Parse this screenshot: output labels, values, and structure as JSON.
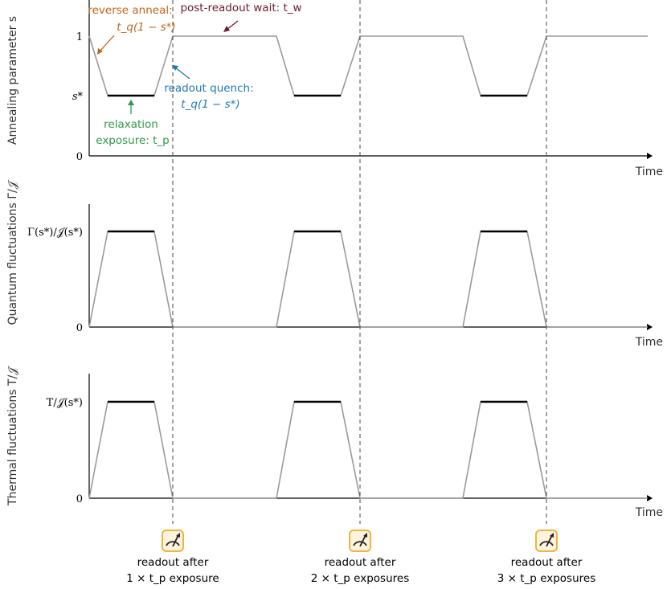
{
  "panels": [
    {
      "ylabel": "Annealing parameter s",
      "xlabel": "Time",
      "ticks": [
        {
          "label": "1",
          "value": 1
        },
        {
          "label": "s*",
          "value": 0.5
        },
        {
          "label": "0",
          "value": 0
        }
      ]
    },
    {
      "ylabel": "Quantum fluctuations Γ/𝒥",
      "xlabel": "Time",
      "ticks": [
        {
          "label": "Γ(s*)/𝒥(s*)",
          "value": 1
        },
        {
          "label": "0",
          "value": 0
        }
      ]
    },
    {
      "ylabel": "Thermal fluctuations T/𝒥",
      "xlabel": "Time",
      "ticks": [
        {
          "label": "T/𝒥(s*)",
          "value": 1
        },
        {
          "label": "0",
          "value": 0
        }
      ]
    }
  ],
  "annotations": {
    "reverse_anneal": {
      "line1": "reverse anneal:",
      "line2": "t_q(1 − s*)",
      "color": "#c0651c"
    },
    "post_readout_wait": {
      "text": "post-readout wait: t_w",
      "color": "#6b1a2e"
    },
    "readout_quench": {
      "line1": "readout quench:",
      "line2": "t_q(1 − s*)",
      "color": "#1d78b8"
    },
    "relaxation": {
      "line1": "relaxation",
      "line2": "exposure: t_p",
      "color": "#2e9a48"
    }
  },
  "readouts": [
    {
      "line1": "readout after",
      "line2": "1 × t_p exposure",
      "icon": "meter-icon"
    },
    {
      "line1": "readout after",
      "line2": "2 × t_p exposures",
      "icon": "meter-icon"
    },
    {
      "line1": "readout after",
      "line2": "3 × t_p exposures",
      "icon": "meter-icon"
    }
  ],
  "colors": {
    "curve": "#9a9a9a",
    "plateau": "#000000",
    "icon_border": "#f0b43c",
    "icon_fill": "#fdf3de"
  }
}
